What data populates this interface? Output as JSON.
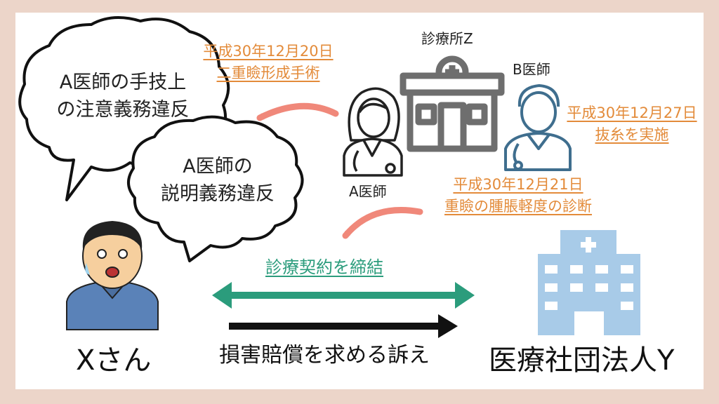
{
  "bubble_a": {
    "line1": "A医師の手技上",
    "line2": "の注意義務違反"
  },
  "bubble_b": {
    "line1": "A医師の",
    "line2": "説明義務違反"
  },
  "note_surgery": {
    "line1": "平成30年12月20日",
    "line2": "二重瞼形成手術"
  },
  "note_diagnosis": {
    "line1": "平成30年12月21日",
    "line2": "重瞼の腫脹軽度の診断"
  },
  "note_suture": {
    "line1": "平成30年12月27日",
    "line2": "抜糸を実施"
  },
  "clinic_label": "診療所Z",
  "doctor_a_label": "A医師",
  "doctor_b_label": "B医師",
  "patient_label": "Xさん",
  "corporation_label": "医療社団法人Y",
  "contract_label": "診療契約を締結",
  "lawsuit_label": "損害賠償を求める訴え",
  "colors": {
    "background": "#ecd5c9",
    "note_orange": "#e38b3a",
    "curve_arrow": "#f0887a",
    "contract_green": "#2b9c7c",
    "clinic_gray": "#6e6e6e",
    "doctor_blue": "#3f6e8e",
    "hospital_blue": "#a8cbe8"
  }
}
